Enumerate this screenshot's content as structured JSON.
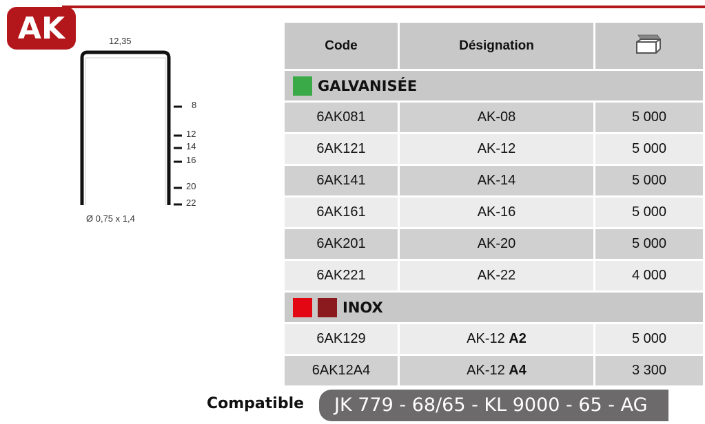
{
  "badge": "AK",
  "diagram": {
    "width": "12,35",
    "section": "Ø 0,75 x 1,4",
    "lengths": [
      "8",
      "12",
      "14",
      "16",
      "20",
      "22"
    ]
  },
  "table": {
    "headers": {
      "code": "Code",
      "designation": "Désignation",
      "qty_icon": "box-icon"
    },
    "sections": [
      {
        "name": "GALVANISÉE",
        "colors": [
          "#3aaa48"
        ],
        "rows": [
          {
            "code": "6AK081",
            "des": "AK-08",
            "bold": "",
            "qty": "5 000"
          },
          {
            "code": "6AK121",
            "des": "AK-12",
            "bold": "",
            "qty": "5 000"
          },
          {
            "code": "6AK141",
            "des": "AK-14",
            "bold": "",
            "qty": "5 000"
          },
          {
            "code": "6AK161",
            "des": "AK-16",
            "bold": "",
            "qty": "5 000"
          },
          {
            "code": "6AK201",
            "des": "AK-20",
            "bold": "",
            "qty": "5 000"
          },
          {
            "code": "6AK221",
            "des": "AK-22",
            "bold": "",
            "qty": "4 000"
          }
        ]
      },
      {
        "name": "INOX",
        "colors": [
          "#e30613",
          "#8b1a1f"
        ],
        "rows": [
          {
            "code": "6AK129",
            "des": "AK-12 ",
            "bold": "A2",
            "qty": "5 000"
          },
          {
            "code": "6AK12A4",
            "des": "AK-12 ",
            "bold": "A4",
            "qty": "3 300"
          }
        ]
      }
    ]
  },
  "compatible": {
    "label": "Compatible",
    "value": "JK 779 - 68/65 - KL 9000 - 65 - AG"
  },
  "colors": {
    "accent": "#b3161b"
  }
}
